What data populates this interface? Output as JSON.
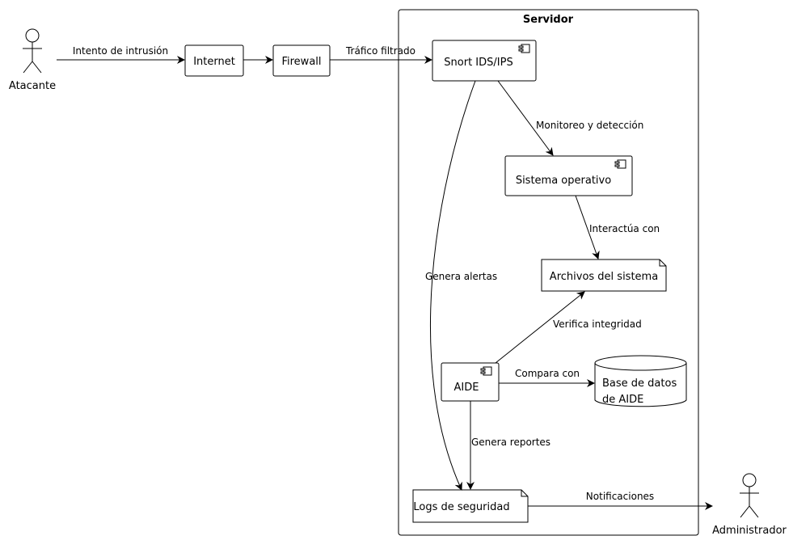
{
  "container": {
    "title": "Servidor"
  },
  "actors": {
    "attacker": "Atacante",
    "admin": "Administrador"
  },
  "nodes": {
    "internet": "Internet",
    "firewall": "Firewall",
    "snort": "Snort IDS/IPS",
    "os": "Sistema operativo",
    "files": "Archivos del sistema",
    "aide": "AIDE",
    "db_line1": "Base de datos",
    "db_line2": "de AIDE",
    "logs": "Logs de seguridad"
  },
  "edges": {
    "intrusion": "Intento de intrusión",
    "filtered": "Tráfico filtrado",
    "monitoring": "Monitoreo y detección",
    "interacts": "Interactúa con",
    "alerts": "Genera alertas",
    "verifies": "Verifica integridad",
    "compares": "Compara con",
    "reports": "Genera reportes",
    "notifications": "Notificaciones"
  }
}
